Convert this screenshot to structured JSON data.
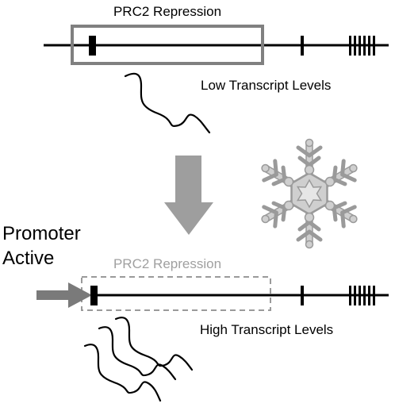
{
  "top_panel": {
    "box_label": "PRC2 Repression",
    "transcript_label": "Low Transcript Levels"
  },
  "bottom_panel": {
    "promoter_label_line1": "Promoter",
    "promoter_label_line2": "Active",
    "box_label": "PRC2 Repression",
    "transcript_label": "High Transcript Levels"
  },
  "colors": {
    "gene_line": "#000000",
    "repression_box_active": "#808080",
    "repression_box_faded": "#9a9a9a",
    "faded_text": "#a0a0a0",
    "arrow": "#9e9e9e",
    "promoter_arrow": "#7a7a7a",
    "snowflake_fill": "#cfcfcf",
    "snowflake_stroke": "#9a9a9a"
  },
  "icons": {
    "transition": "down-arrow-icon",
    "cold": "snowflake-icon",
    "promoter": "right-arrow-icon"
  }
}
